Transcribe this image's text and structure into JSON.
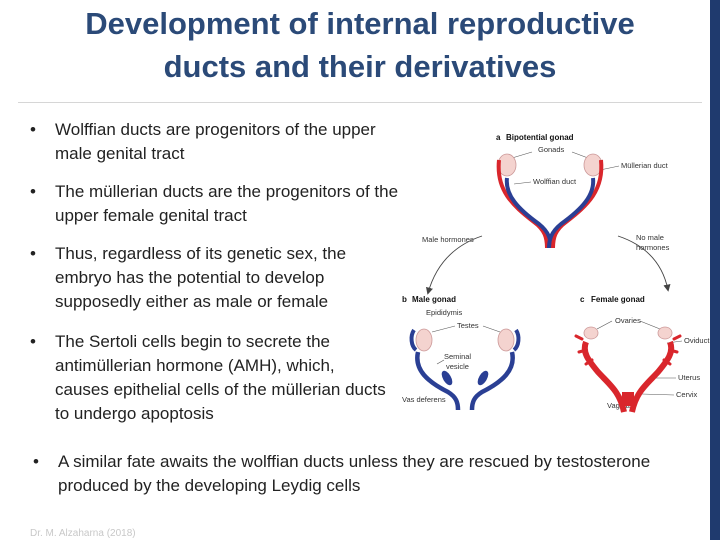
{
  "title": {
    "line1": "Development  of  internal  reproductive",
    "line2": "ducts and their derivatives"
  },
  "bullets": [
    "Wolffian ducts are progenitors of the upper male genital tract",
    "The müllerian ducts are the progenitors of the upper female genital tract",
    "Thus, regardless of its genetic sex, the embryo has the potential to develop supposedly either as male or female",
    "The Sertoli cells begin to secrete the antimüllerian hormone (AMH), which, causes epithelial cells of the müllerian ducts to undergo apoptosis",
    "A similar fate awaits the wolffian  ducts  unless they are rescued by testosterone produced by the developing Leydig cells"
  ],
  "bullet_symbol": "•",
  "footer": "Dr. M. Alzaharna (2018)",
  "figure": {
    "panel_a": {
      "letter": "a",
      "title": "Bipotential gonad"
    },
    "panel_b": {
      "letter": "b",
      "title": "Male gonad"
    },
    "panel_c": {
      "letter": "c",
      "title": "Female gonad"
    },
    "labels": {
      "gonads": "Gonads",
      "mullerian_duct": "Müllerian duct",
      "wolffian_duct": "Wolffian duct",
      "male_hormones": "Male hormones",
      "no_male": "No male",
      "hormones": "hormones",
      "epididymis": "Epididymis",
      "testes": "Testes",
      "seminal": "Seminal",
      "vesicle": "vesicle",
      "vas_deferens": "Vas deferens",
      "ovaries": "Ovaries",
      "oviduct": "Oviduct",
      "uterus": "Uterus",
      "cervix": "Cervix",
      "vagina": "Vagina"
    }
  },
  "colors": {
    "title": "#2b4a78",
    "right_bar": "#1f3a6e",
    "wolffian_blue": "#2a3f94",
    "mullerian_red": "#d9262c",
    "gonad_pink": "#f4d3cf"
  }
}
